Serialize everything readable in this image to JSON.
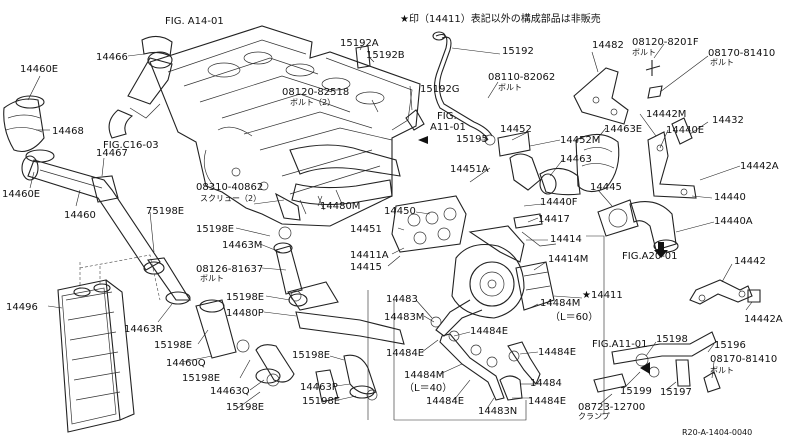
{
  "header_note": "★印（14411）表記以外の構成部品は非販売",
  "drawing_code": "R20-A-1404-0040",
  "fig_refs": [
    {
      "key": "a1401",
      "text": "FIG. A14-01"
    },
    {
      "key": "c1603",
      "text": "FIG.C16-03"
    },
    {
      "key": "a1101a",
      "text": "FIG."
    },
    {
      "key": "a1101b",
      "text": "A11-01"
    },
    {
      "key": "a2001",
      "text": "FIG.A20-01"
    },
    {
      "key": "a1101c",
      "text": "FIG.A11-01"
    }
  ],
  "sub_labels": {
    "bolt": "ボルト",
    "bolt2": "ボルト（2）",
    "screw2": "スクリュー（2）",
    "clamp": "クランプ",
    "len60": "（L＝60）",
    "len40": "（L＝40）"
  },
  "labels": [
    {
      "key": "l14466",
      "text": "14466"
    },
    {
      "key": "l14460E_a",
      "text": "14460E"
    },
    {
      "key": "l14468",
      "text": "14468"
    },
    {
      "key": "l14467",
      "text": "14467"
    },
    {
      "key": "l14460E_b",
      "text": "14460E"
    },
    {
      "key": "l14460",
      "text": "14460"
    },
    {
      "key": "l15192A",
      "text": "15192A"
    },
    {
      "key": "l15192B",
      "text": "15192B"
    },
    {
      "key": "l15192",
      "text": "15192"
    },
    {
      "key": "l08110",
      "text": "08110-82062"
    },
    {
      "key": "l15192G",
      "text": "15192G"
    },
    {
      "key": "l08120a",
      "text": "08120-82518"
    },
    {
      "key": "l14482",
      "text": "14482"
    },
    {
      "key": "l08120b",
      "text": "08120-8201F"
    },
    {
      "key": "l08170a",
      "text": "08170-81410"
    },
    {
      "key": "l14442M",
      "text": "14442M"
    },
    {
      "key": "l14432",
      "text": "14432"
    },
    {
      "key": "l14440E",
      "text": "14440E"
    },
    {
      "key": "l14442A_a",
      "text": "14442A"
    },
    {
      "key": "l14452",
      "text": "14452"
    },
    {
      "key": "l14452M",
      "text": "14452M"
    },
    {
      "key": "l14463E",
      "text": "14463E"
    },
    {
      "key": "l15195",
      "text": "15195"
    },
    {
      "key": "l14463",
      "text": "14463"
    },
    {
      "key": "l14451A",
      "text": "14451A"
    },
    {
      "key": "l14440F",
      "text": "14440F"
    },
    {
      "key": "l14445",
      "text": "14445"
    },
    {
      "key": "l14440",
      "text": "14440"
    },
    {
      "key": "l14440A",
      "text": "14440A"
    },
    {
      "key": "l08310",
      "text": "08310-40862"
    },
    {
      "key": "l14480M",
      "text": "14480M"
    },
    {
      "key": "l14450",
      "text": "14450"
    },
    {
      "key": "l14417",
      "text": "14417"
    },
    {
      "key": "l75198E",
      "text": "75198E"
    },
    {
      "key": "l15198E_a",
      "text": "15198E"
    },
    {
      "key": "l14463M",
      "text": "14463M"
    },
    {
      "key": "l14451",
      "text": "14451"
    },
    {
      "key": "l14411A",
      "text": "14411A"
    },
    {
      "key": "l14414",
      "text": "14414"
    },
    {
      "key": "l14415",
      "text": "14415"
    },
    {
      "key": "l14414M",
      "text": "14414M"
    },
    {
      "key": "l08126",
      "text": "08126-81637"
    },
    {
      "key": "l14442",
      "text": "14442"
    },
    {
      "key": "l14496",
      "text": "14496"
    },
    {
      "key": "l15198E_b",
      "text": "15198E"
    },
    {
      "key": "l14483",
      "text": "14483"
    },
    {
      "key": "l14411",
      "text": "★14411"
    },
    {
      "key": "l14480P",
      "text": "14480P"
    },
    {
      "key": "l14483M",
      "text": "14483M"
    },
    {
      "key": "l14484M_a",
      "text": "14484M"
    },
    {
      "key": "l14442A_b",
      "text": "14442A"
    },
    {
      "key": "l14463R",
      "text": "14463R"
    },
    {
      "key": "l15198E_c",
      "text": "15198E"
    },
    {
      "key": "l14484E_a",
      "text": "14484E"
    },
    {
      "key": "l15198",
      "text": "15198"
    },
    {
      "key": "l15196",
      "text": "15196"
    },
    {
      "key": "l14460Q",
      "text": "14460Q"
    },
    {
      "key": "l14484E_b",
      "text": "14484E"
    },
    {
      "key": "l14484E_c",
      "text": "14484E"
    },
    {
      "key": "l08170b",
      "text": "08170-81410"
    },
    {
      "key": "l15198E_d",
      "text": "15198E"
    },
    {
      "key": "l15198E_e",
      "text": "15198E"
    },
    {
      "key": "l14484M_b",
      "text": "14484M"
    },
    {
      "key": "l14463Q",
      "text": "14463Q"
    },
    {
      "key": "l14463P",
      "text": "14463P"
    },
    {
      "key": "l14484",
      "text": "14484"
    },
    {
      "key": "l15199",
      "text": "15199"
    },
    {
      "key": "l15197",
      "text": "15197"
    },
    {
      "key": "l15198E_f",
      "text": "15198E"
    },
    {
      "key": "l15198E_g",
      "text": "15198E"
    },
    {
      "key": "l14484E_d",
      "text": "14484E"
    },
    {
      "key": "l14484E_e",
      "text": "14484E"
    },
    {
      "key": "l14483N",
      "text": "14483N"
    },
    {
      "key": "l08723",
      "text": "08723-12700"
    }
  ]
}
